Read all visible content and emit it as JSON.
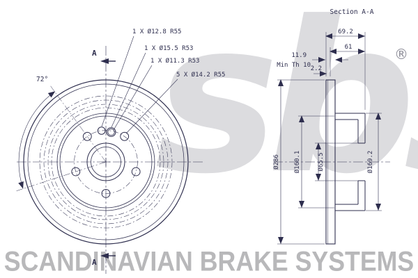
{
  "front_view": {
    "marker_top": "A",
    "marker_bottom": "A",
    "angle_label": "72°",
    "callouts": [
      {
        "text": "1 X Ø12.8 R55"
      },
      {
        "text": "1 X Ø15.5 R53"
      },
      {
        "text": "1 X Ø11.3 R53"
      },
      {
        "text": "5 X Ø14.2 R55"
      }
    ]
  },
  "section_view": {
    "title": "Section A-A",
    "width_overall": "69.2",
    "width_hat": "61",
    "ring_thickness": "11.9",
    "min_thickness": "Min Th 10",
    "lip": "2.2",
    "dia_outer": "Ø286",
    "dia_friction_inner": "Ø160.1",
    "dia_bore": "Ø65.5",
    "dia_hat": "Ø169.2"
  },
  "branding": {
    "watermark": "sbs",
    "registered_mark": "®",
    "footer": "SCANDINAVIAN BRAKE SYSTEMS"
  },
  "colors": {
    "line": "#2e2e4e",
    "watermark": "#dcdcdf",
    "footer_text": "#b8b8ba",
    "background": "#ffffff"
  }
}
